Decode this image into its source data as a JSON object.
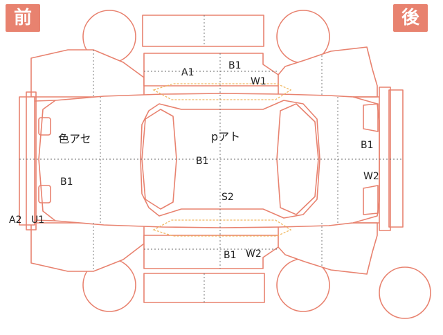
{
  "badges": {
    "front": "前",
    "rear": "後"
  },
  "marks": {
    "a1": "A1",
    "b1_roof": "B1",
    "w1": "W1",
    "hood": "色アセ",
    "roof": "pアト",
    "b1_center": "B1",
    "b1_front": "B1",
    "b1_rear": "B1",
    "w2_rear": "W2",
    "s2": "S2",
    "b1_side": "B1",
    "w2_side": "W2",
    "a2": "A2",
    "u1": "U1"
  },
  "colors": {
    "outline": "#e8826f",
    "glass": "#f0b860",
    "grid": "#6a6a6a",
    "badge_bg": "#e8826f"
  }
}
